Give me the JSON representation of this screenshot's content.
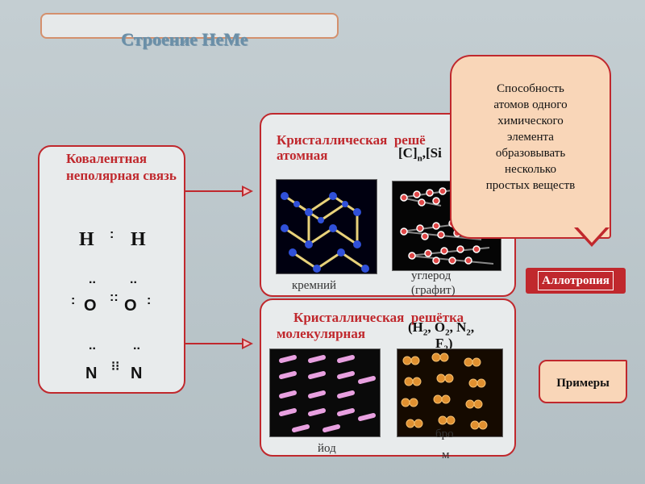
{
  "title": "Строение НеМе",
  "bond": {
    "title": "Ковалентная неполярная связь",
    "h_left": "H",
    "h_right": "H",
    "o_left": "O",
    "o_right": "O",
    "n_left": "N",
    "n_right": "N"
  },
  "atomic": {
    "title_line1": "Кристаллическая  решё",
    "title_line2": "атомная",
    "formula_c": "[C]",
    "formula_n": "n",
    "formula_si": ",[Si",
    "caption_si": "кремний",
    "caption_c1": "углерод",
    "caption_c2": "(графит)"
  },
  "molecular": {
    "title_line1": "Кристаллическая  решётка",
    "title_line2": "молекулярная",
    "formula_parts": [
      "(H",
      "2",
      ", O",
      "2",
      ", N",
      "2",
      ","
    ],
    "formula_line2": "F",
    "formula_line2_sub": "2",
    "formula_line2_end": ")",
    "caption_iodine": "йод",
    "caption_bromine1": "бро",
    "caption_bromine2": "м"
  },
  "callout": {
    "lines": [
      "Способность",
      "атомов одного",
      "химического",
      "элемента",
      "образовывать",
      "несколько",
      "простых веществ"
    ]
  },
  "allotropy_label": "Аллотропия",
  "examples_label": "Примеры",
  "colors": {
    "accent_red": "#c0282d",
    "callout_fill": "#f9d6b8",
    "title_text": "#6a8fa8",
    "background": "#b7c3c8"
  }
}
